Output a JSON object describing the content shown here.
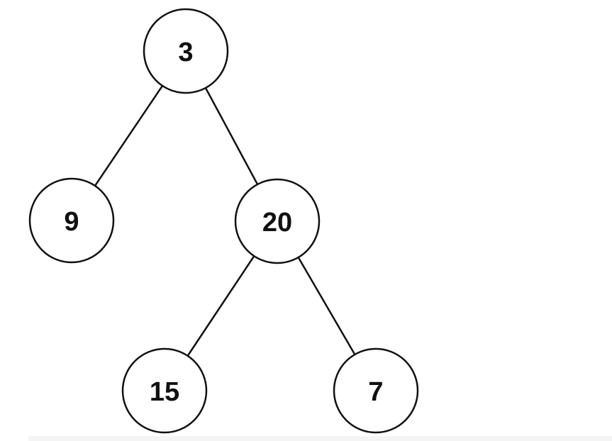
{
  "tree": {
    "nodes": [
      {
        "id": "n3",
        "label": "3"
      },
      {
        "id": "n9",
        "label": "9"
      },
      {
        "id": "n20",
        "label": "20"
      },
      {
        "id": "n15",
        "label": "15"
      },
      {
        "id": "n7",
        "label": "7"
      }
    ],
    "edges": [
      {
        "from": "n3",
        "to": "n9"
      },
      {
        "from": "n3",
        "to": "n20"
      },
      {
        "from": "n20",
        "to": "n15"
      },
      {
        "from": "n20",
        "to": "n7"
      }
    ]
  },
  "colors": {
    "stroke": "#111111",
    "fill": "#ffffff",
    "text": "#111111"
  }
}
